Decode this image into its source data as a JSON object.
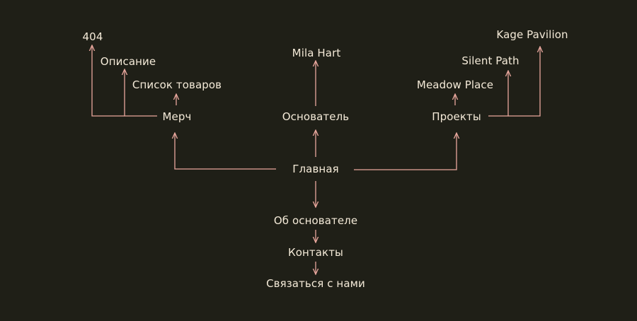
{
  "colors": {
    "background": "#1f1f17",
    "text": "#f4ead8",
    "line": "#e9a79d"
  },
  "nodes": {
    "home": "Главная",
    "merch": "Мерч",
    "product_list": "Список товаров",
    "description": "Описание",
    "not_found": "404",
    "founder": "Основатель",
    "mila_hart": "Mila Hart",
    "projects": "Проекты",
    "meadow_place": "Meadow Place",
    "silent_path": "Silent Path",
    "kage_pavilion": "Kage Pavilion",
    "about_founder": "Об основателе",
    "contacts": "Контакты",
    "contact_us": "Связаться с нами"
  }
}
